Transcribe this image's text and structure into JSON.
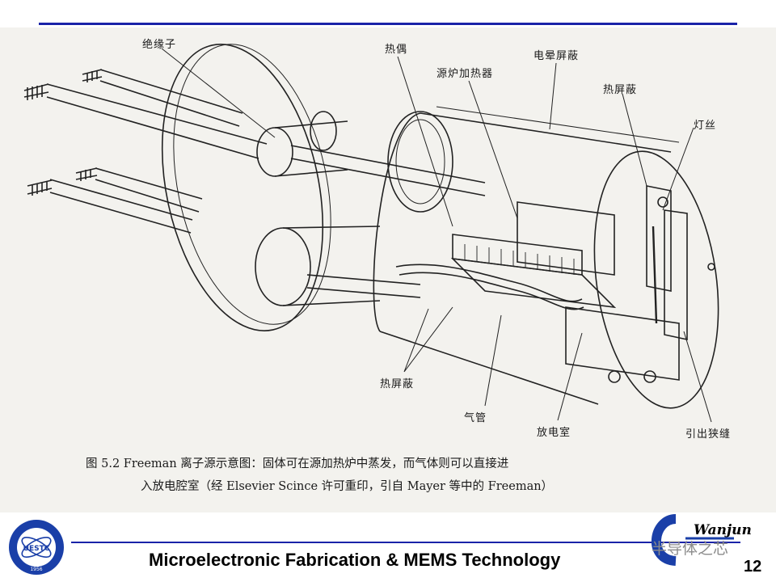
{
  "figure": {
    "labels": {
      "insulator": "绝缘子",
      "thermocouple": "热偶",
      "source_heater": "源炉加热器",
      "electron_shield": "电晕屏蔽",
      "heat_shield_top": "热屏蔽",
      "filament": "灯丝",
      "heat_shield_bottom": "热屏蔽",
      "gas_tube": "气管",
      "discharge_chamber": "放电室",
      "extraction_slit": "引出狭缝"
    },
    "caption_line1": "图 5.2   Freeman 离子源示意图：固体可在源加热炉中蒸发，而气体则可以直接进",
    "caption_line2": "入放电腔室（经 Elsevier Scince 许可重印，引自 Mayer 等中的 Freeman）"
  },
  "footer": {
    "title": "Microelectronic Fabrication & MEMS Technology",
    "page_number": "12",
    "logo_left_text": "UESTC",
    "logo_left_year": "1956",
    "logo_right_text": "Wanjun",
    "watermark": "半导体之芯"
  },
  "colors": {
    "rule": "#1a23a8",
    "logo_blue": "#1a3fa8",
    "ink": "#1a1a1a"
  }
}
